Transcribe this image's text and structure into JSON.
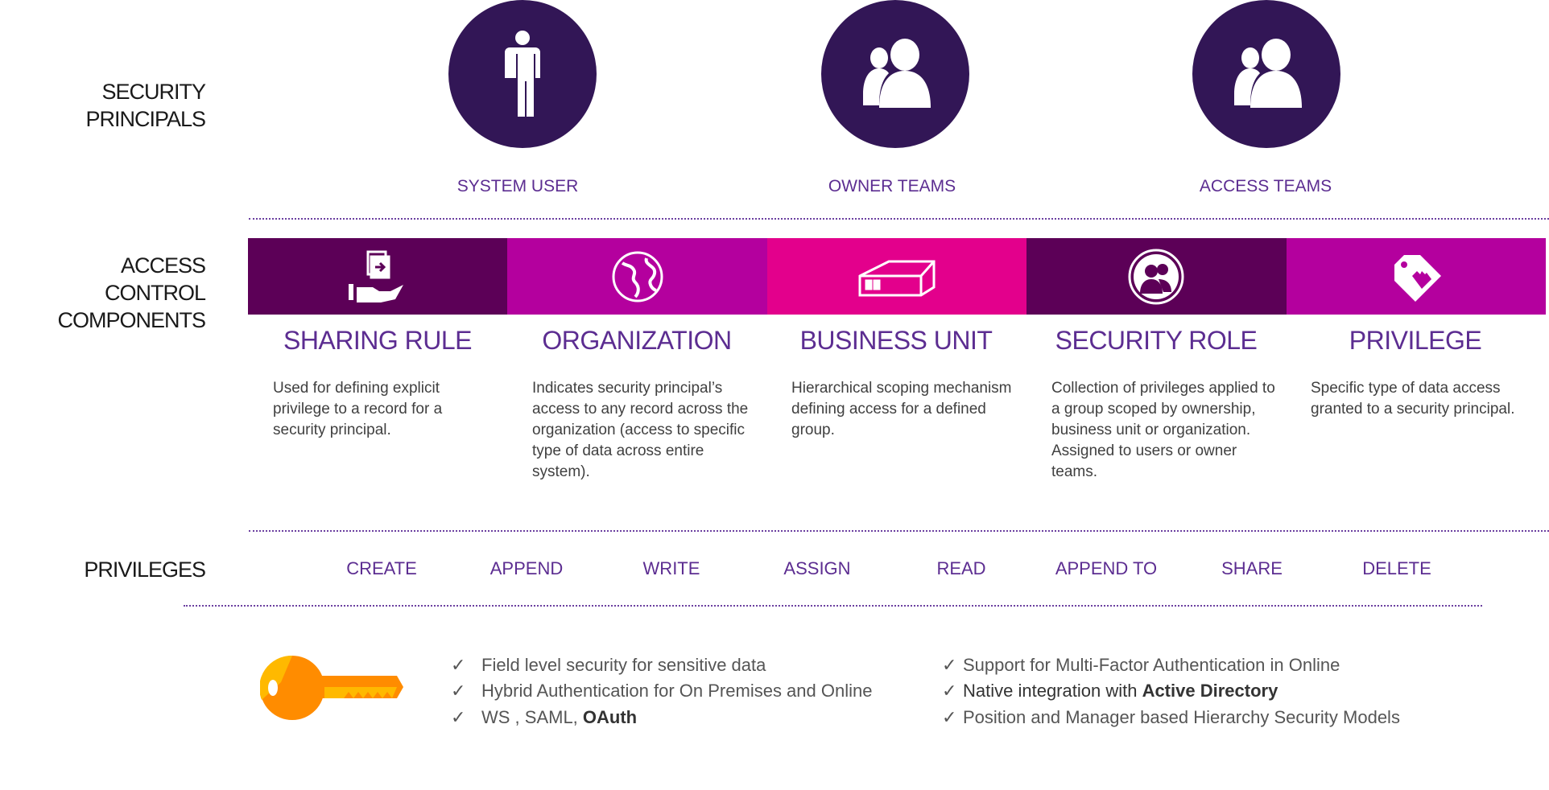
{
  "sections": {
    "principals": [
      "SECURITY",
      "PRINCIPALS"
    ],
    "components": [
      "ACCESS",
      "CONTROL",
      "COMPONENTS"
    ],
    "privileges": "PRIVILEGES"
  },
  "principals": [
    {
      "label": "SYSTEM USER",
      "icon": "person-icon"
    },
    {
      "label": "OWNER TEAMS",
      "icon": "team-icon"
    },
    {
      "label": "ACCESS TEAMS",
      "icon": "team-icon"
    }
  ],
  "colors": {
    "circle": "#321656",
    "dark": "#5c0057",
    "magenta": "#b4009e",
    "pink": "#e3008c",
    "title": "#5c2d91"
  },
  "components": [
    {
      "title": "SHARING RULE",
      "desc": "Used for defining explicit privilege to a record for a security principal."
    },
    {
      "title": "ORGANIZATION",
      "desc": "Indicates security principal’s access to any record across the organization (access to specific type of data across entire system)."
    },
    {
      "title": "BUSINESS UNIT",
      "desc": "Hierarchical scoping mechanism defining access for a defined group."
    },
    {
      "title": "SECURITY ROLE",
      "desc": "Collection of privileges applied to a group scoped by ownership, business unit or organization. Assigned to users or owner teams."
    },
    {
      "title": "PRIVILEGE",
      "desc": "Specific type of data access granted to a security principal."
    }
  ],
  "privileges": [
    "CREATE",
    "APPEND",
    "WRITE",
    "ASSIGN",
    "READ",
    "APPEND TO",
    "SHARE",
    "DELETE"
  ],
  "features": {
    "check": "✓",
    "left": [
      {
        "text": "Field level security for sensitive data",
        "bold": ""
      },
      {
        "text": "Hybrid Authentication for On Premises and Online",
        "bold": ""
      },
      {
        "text": "WS , SAML, ",
        "bold": "OAuth"
      }
    ],
    "right": [
      {
        "text": "Support for Multi-Factor Authentication in Online",
        "bold": ""
      },
      {
        "text": "Native integration with ",
        "bold": "Active Directory"
      },
      {
        "text": "Position and Manager based Hierarchy Security Models",
        "bold": ""
      }
    ]
  }
}
